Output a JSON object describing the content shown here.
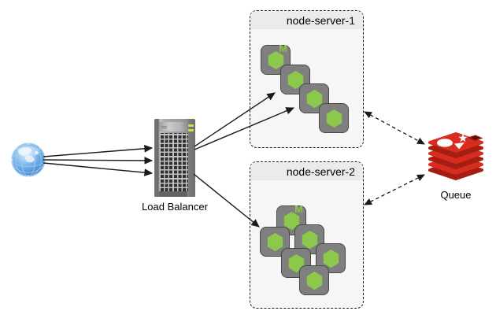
{
  "diagram_type": "architecture-diagram",
  "nodes": {
    "internet": {
      "icon": "globe-icon",
      "label": ""
    },
    "load_balancer": {
      "icon": "server-tower-icon",
      "label": "Load Balancer"
    },
    "node_server_1": {
      "title": "node-server-1",
      "master_label": "M",
      "worker_icon": "nodejs-hexagon-icon",
      "process_count": 4
    },
    "node_server_2": {
      "title": "node-server-2",
      "master_label": "M",
      "worker_icon": "nodejs-hexagon-icon",
      "process_count": 6
    },
    "queue": {
      "icon": "redis-icon",
      "label": "Queue"
    }
  },
  "edges": [
    {
      "from": "internet",
      "to": "load_balancer",
      "style": "solid",
      "count": 3,
      "bidirectional": false
    },
    {
      "from": "load_balancer",
      "to": "node_server_1",
      "style": "solid",
      "count": 2,
      "bidirectional": false
    },
    {
      "from": "load_balancer",
      "to": "node_server_2",
      "style": "solid",
      "count": 1,
      "bidirectional": false
    },
    {
      "from": "node_server_1",
      "to": "queue",
      "style": "dashed",
      "count": 1,
      "bidirectional": true
    },
    {
      "from": "node_server_2",
      "to": "queue",
      "style": "dashed",
      "count": 1,
      "bidirectional": true
    }
  ],
  "colors": {
    "node_green": "#8cc84b",
    "node_gray": "#7f7f7f",
    "redis_red": "#d82c20",
    "redis_dark_red": "#a41e11",
    "globe_blue": "#6aaee8",
    "box_fill": "#f6f6f6",
    "box_header_fill": "#ebebeb",
    "edge_color": "#1a1a1a"
  }
}
